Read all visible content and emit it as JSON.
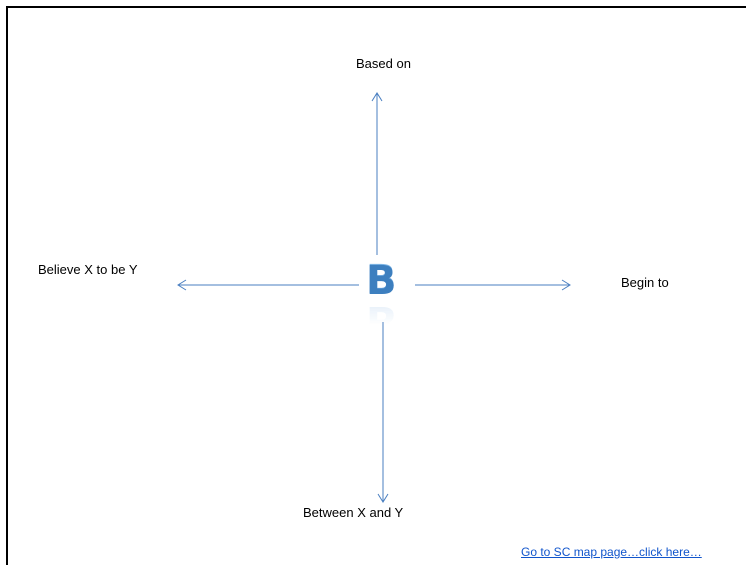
{
  "diagram": {
    "center_letter": "B",
    "labels": {
      "top": "Based on",
      "left": "Believe X to be Y",
      "right": "Begin to",
      "bottom": "Between X and Y"
    },
    "arrow_color": "#4a7fc1",
    "letter_color": "#5b9bd5"
  },
  "footer": {
    "link_text": "Go to SC map page…click here…"
  }
}
